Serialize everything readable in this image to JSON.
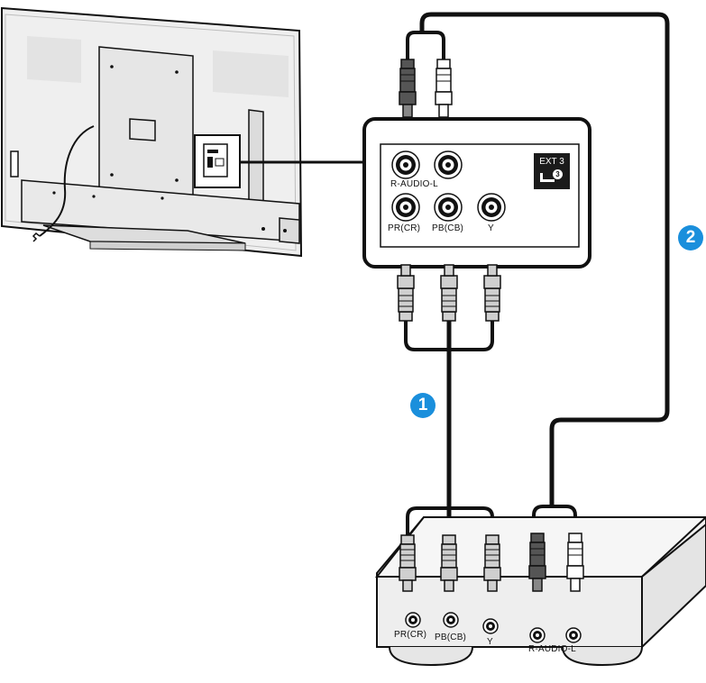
{
  "colors": {
    "step_badge": "#1a8fdc",
    "cable": "#1a1a1a",
    "plug_gray": "#cfcfcf",
    "plug_dark": "#555555",
    "plug_white": "#ffffff",
    "tv_body": "#efefef"
  },
  "tv_panel": {
    "row1_label": "R-AUDIO-L",
    "row2_labels": [
      "PR(CR)",
      "PB(CB)",
      "Y"
    ],
    "ext_badge": "EXT 3",
    "ext_number": "3"
  },
  "device_panel": {
    "video_labels": [
      "PR(CR)",
      "PB(CB)",
      "Y"
    ],
    "audio_label": "R-AUDIO-L"
  },
  "steps": [
    "1",
    "2"
  ],
  "icons": [
    "tv-icon",
    "connector-panel-icon",
    "component-cable-icon",
    "audio-cable-icon",
    "av-device-icon"
  ]
}
